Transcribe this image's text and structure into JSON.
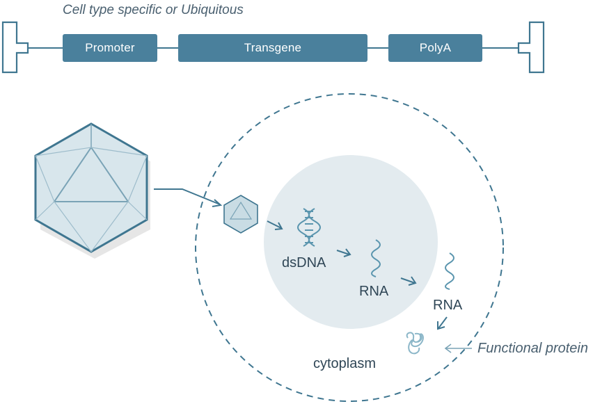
{
  "construct": {
    "caption": "Cell type specific or Ubiquitous",
    "blocks": [
      {
        "label": "Promoter"
      },
      {
        "label": "Transgene"
      },
      {
        "label": "PolyA"
      }
    ]
  },
  "labels": {
    "dsdna": "dsDNA",
    "rna_nucleus": "RNA",
    "rna_cytoplasm": "RNA",
    "cytoplasm": "cytoplasm",
    "functional_protein": "Functional protein"
  },
  "colors": {
    "block": "#4a809c",
    "outline": "#3f7690",
    "nucleus": "#e3ebef",
    "text_dark": "#2f4656",
    "text_italic": "#4a6070"
  }
}
